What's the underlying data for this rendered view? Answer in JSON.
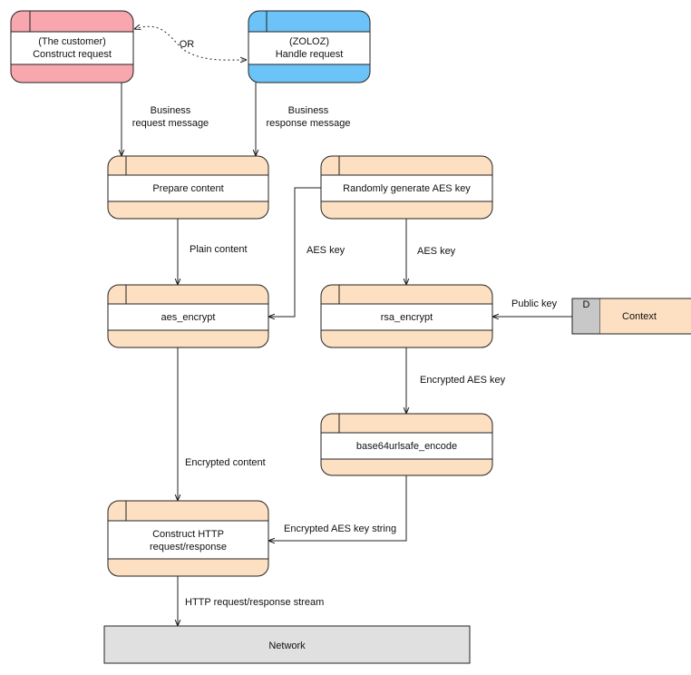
{
  "colors": {
    "customer": "#f7a7ad",
    "zoloz": "#6cc3f7",
    "process": "#fde0c2",
    "store_id": "#c8c8c8",
    "external": "#e0e0e0",
    "white": "#ffffff",
    "stroke": "#222222"
  },
  "nodes": {
    "customer": {
      "line1": "(The customer)",
      "line2": "Construct request"
    },
    "zoloz": {
      "line1": "(ZOLOZ)",
      "line2": "Handle request"
    },
    "prepare": {
      "line1": "Prepare content"
    },
    "random_aes": {
      "line1": "Randomly generate AES key"
    },
    "aes_encrypt": {
      "line1": "aes_encrypt"
    },
    "rsa_encrypt": {
      "line1": "rsa_encrypt"
    },
    "base64": {
      "line1": "base64urlsafe_encode"
    },
    "construct_http": {
      "line1": "Construct HTTP",
      "line2": "request/response"
    },
    "context": {
      "id": "D",
      "label": "Context"
    },
    "network": {
      "label": "Network"
    }
  },
  "edges": {
    "or": "OR",
    "business_request": {
      "line1": "Business",
      "line2": "request message"
    },
    "business_response": {
      "line1": "Business",
      "line2": "response message"
    },
    "plain_content": "Plain content",
    "aes_key_left": "AES key",
    "aes_key_right": "AES key",
    "public_key": "Public key",
    "encrypted_aes_key": "Encrypted AES key",
    "encrypted_content": "Encrypted content",
    "encrypted_aes_key_string": "Encrypted AES key string",
    "http_stream": "HTTP request/response stream"
  }
}
